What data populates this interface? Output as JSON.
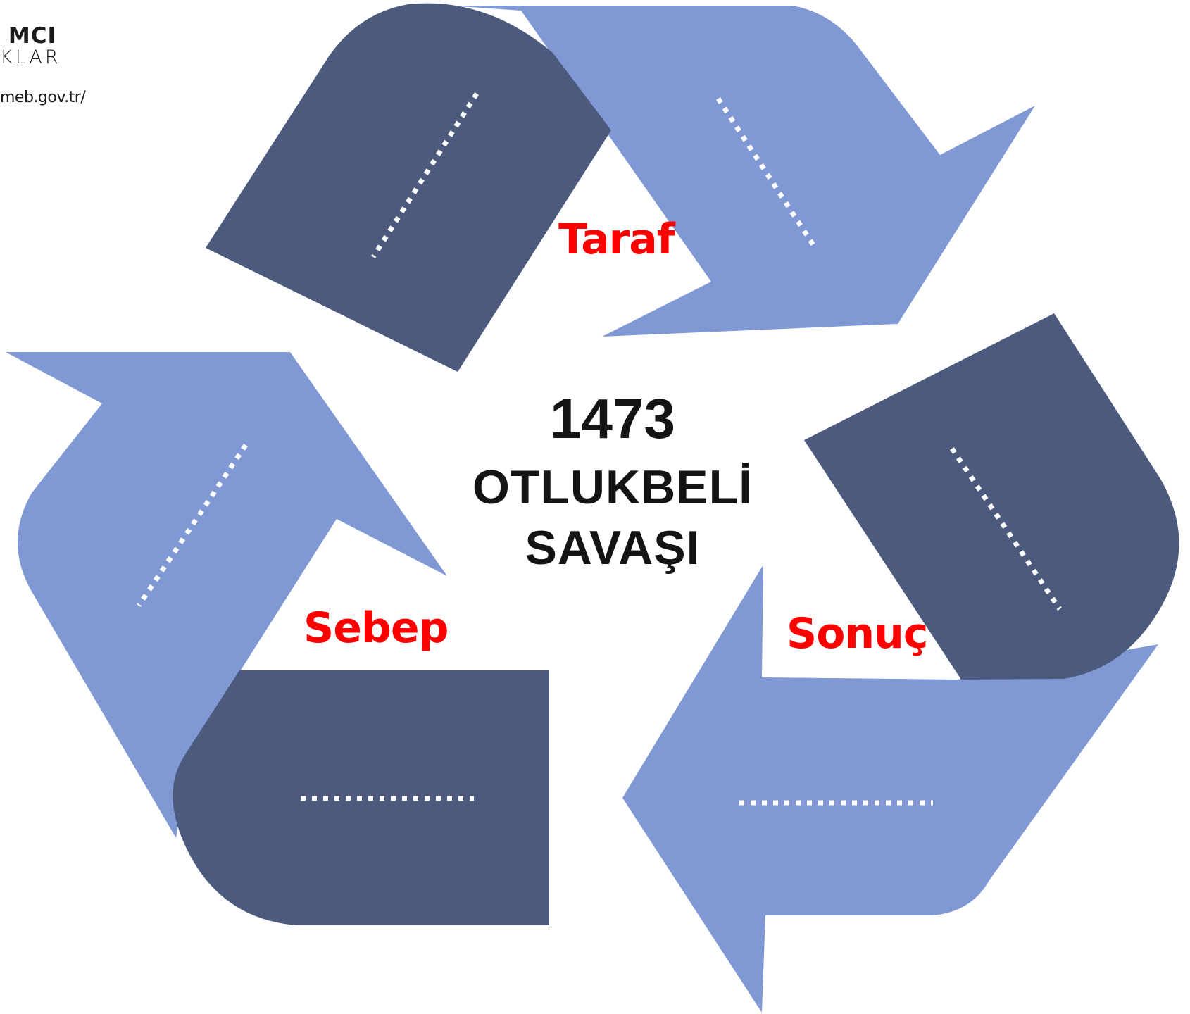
{
  "brand": {
    "line1": "MCI",
    "line2": "KLAR",
    "url": "meb.gov.tr/"
  },
  "center": {
    "year": "1473",
    "line1": "OTLUKBELİ",
    "line2": "SAVAŞI"
  },
  "segments": [
    {
      "label": "Taraf",
      "dark_blank": "……………",
      "light_blank": "……………"
    },
    {
      "label": "Sonuç",
      "dark_blank": "……………",
      "light_blank": "……………"
    },
    {
      "label": "Sebep",
      "dark_blank": "……………",
      "light_blank": "……………"
    }
  ],
  "colors": {
    "dark_segment": "#4b5a7d",
    "light_segment": "#8098d3",
    "label": "#ff0000",
    "title": "#141414",
    "blank_dots": "#ffffff"
  }
}
